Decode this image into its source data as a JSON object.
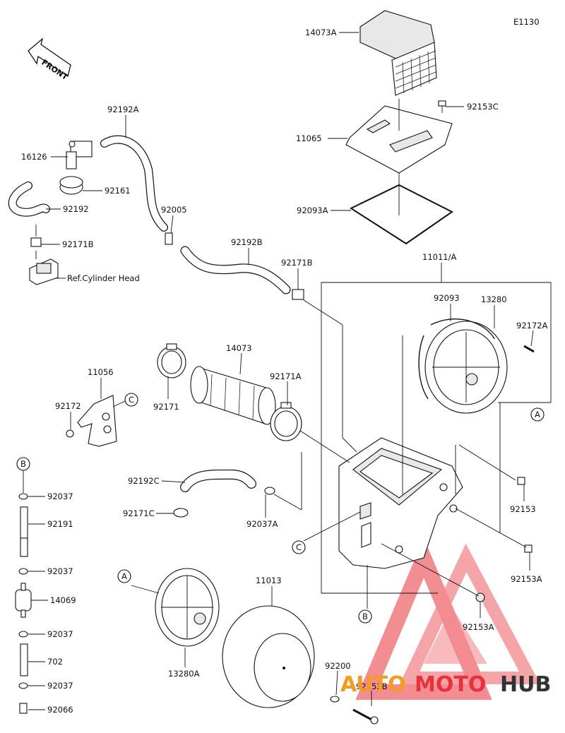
{
  "diagram_code": "E1130",
  "front_label": "FRONT",
  "ref_note": "Ref.Cylinder Head",
  "callouts": [
    "A",
    "B",
    "C"
  ],
  "part_labels": {
    "p14073A": "14073A",
    "p92153C": "92153C",
    "p11065": "11065",
    "p92093A": "92093A",
    "p92192A": "92192A",
    "p16126": "16126",
    "p92161": "92161",
    "p92192": "92192",
    "p92005": "92005",
    "p92171B_left": "92171B",
    "p92192B": "92192B",
    "p92171B_mid": "92171B",
    "p11011A": "11011/A",
    "p92093": "92093",
    "p13280": "13280",
    "p92172A": "92172A",
    "p14073": "14073",
    "p11056": "11056",
    "p92171A": "92171A",
    "p92172": "92172",
    "p92171": "92171",
    "p92192C": "92192C",
    "p92171C": "92171C",
    "p92037A": "92037A",
    "p92153": "92153",
    "p92153A_right": "92153A",
    "p92153A_lower": "92153A",
    "p92037_1": "92037",
    "p92191": "92191",
    "p92037_2": "92037",
    "p14069": "14069",
    "p92037_3": "92037",
    "p702": "702",
    "p92037_4": "92037",
    "p92066": "92066",
    "p11013": "11013",
    "p13280A": "13280A",
    "p92200": "92200",
    "p92153B": "92153B"
  },
  "watermark": {
    "part1": "AUTO",
    "part2": "MOTO",
    "part3": "HUB",
    "color_red": "#e8313a",
    "color_orange": "#f59a23",
    "color_dark": "#333333"
  }
}
